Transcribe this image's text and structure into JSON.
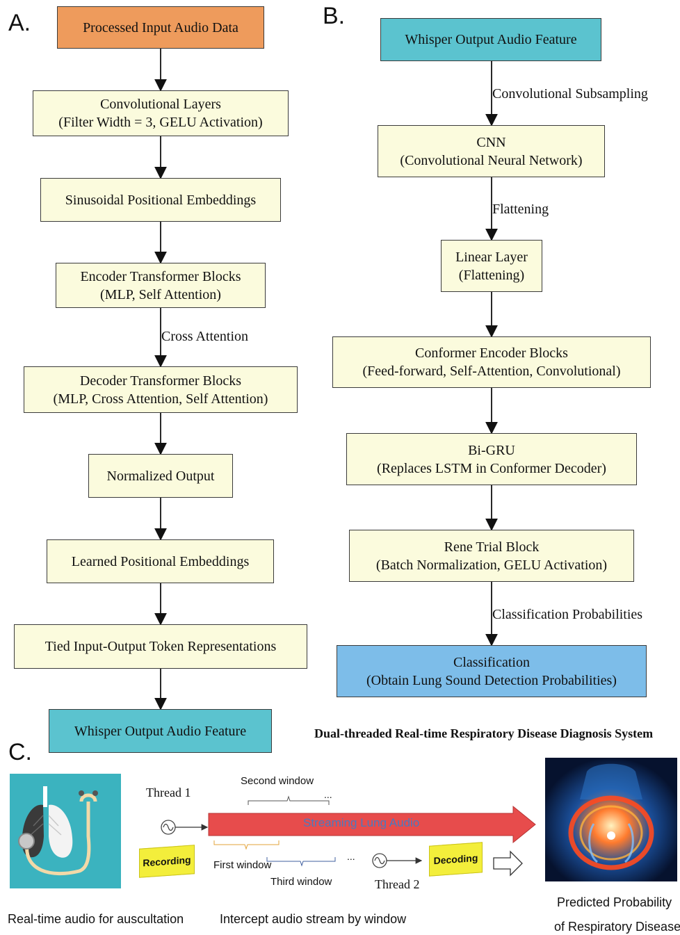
{
  "panel_a": {
    "letter": "A.",
    "boxes": {
      "input": "Processed Input Audio Data",
      "conv": [
        "Convolutional Layers",
        "(Filter Width = 3, GELU Activation)"
      ],
      "sinus": "Sinusoidal Positional Embeddings",
      "encoder": [
        "Encoder Transformer Blocks",
        "(MLP, Self Attention)"
      ],
      "decoder": [
        "Decoder Transformer Blocks",
        "(MLP, Cross Attention, Self Attention)"
      ],
      "normalized": "Normalized Output",
      "learned": "Learned Positional Embeddings",
      "tied": "Tied Input-Output Token Representations",
      "output": "Whisper Output Audio Feature"
    },
    "edge_labels": {
      "cross_attention": "Cross Attention"
    }
  },
  "panel_b": {
    "letter": "B.",
    "boxes": {
      "input": "Whisper Output Audio Feature",
      "cnn": [
        "CNN",
        "(Convolutional Neural Network)"
      ],
      "linear": [
        "Linear Layer",
        "(Flattening)"
      ],
      "conformer": [
        "Conformer Encoder Blocks",
        "(Feed-forward, Self-Attention, Convolutional)"
      ],
      "bigru": [
        "Bi-GRU",
        "(Replaces LSTM in Conformer Decoder)"
      ],
      "rene": [
        "Rene Trial Block",
        "(Batch Normalization, GELU Activation)"
      ],
      "classification": [
        "Classification",
        "(Obtain Lung Sound Detection Probabilities)"
      ]
    },
    "edge_labels": {
      "subsampling": "Convolutional Subsampling",
      "flattening": "Flattening",
      "probabilities": "Classification Probabilities"
    }
  },
  "panel_c": {
    "letter": "C.",
    "title": "Dual-threaded Real-time Respiratory Disease Diagnosis System",
    "thread1": "Thread 1",
    "thread2": "Thread 2",
    "stream_label": "Streaming  Lung  Audio",
    "recording": "Recording",
    "decoding": "Decoding",
    "windows": {
      "first": "First window",
      "second": "Second window",
      "third": "Third window",
      "ellipsis": "..."
    },
    "captions": {
      "left": "Real-time audio for auscultation",
      "middle": "Intercept audio stream by window",
      "right_line1": "Predicted Probability",
      "right_line2": "of Respiratory Disease"
    },
    "colors": {
      "stream": "#e74c4c",
      "flag": "#f3ee3b",
      "lung_bg": "#3bb3bf"
    }
  }
}
